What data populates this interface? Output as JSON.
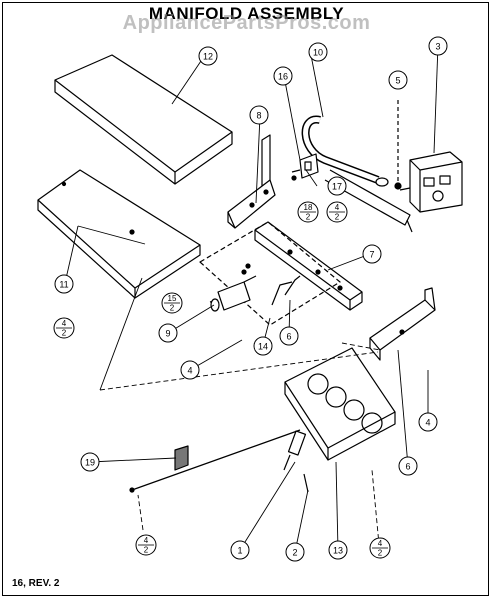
{
  "title": "MANIFOLD ASSEMBLY",
  "watermark": "AppliancePartsPros.com",
  "footer": "16, REV. 2",
  "callouts": [
    "12",
    "11",
    "10",
    "3",
    "5",
    "16",
    "8",
    "17",
    "7",
    "9",
    "14",
    "6",
    "4",
    "1",
    "2",
    "13",
    "19"
  ],
  "fraction_callouts": [
    {
      "top": "18",
      "bottom": "2"
    },
    {
      "top": "4",
      "bottom": "2"
    },
    {
      "top": "15",
      "bottom": "2"
    }
  ]
}
